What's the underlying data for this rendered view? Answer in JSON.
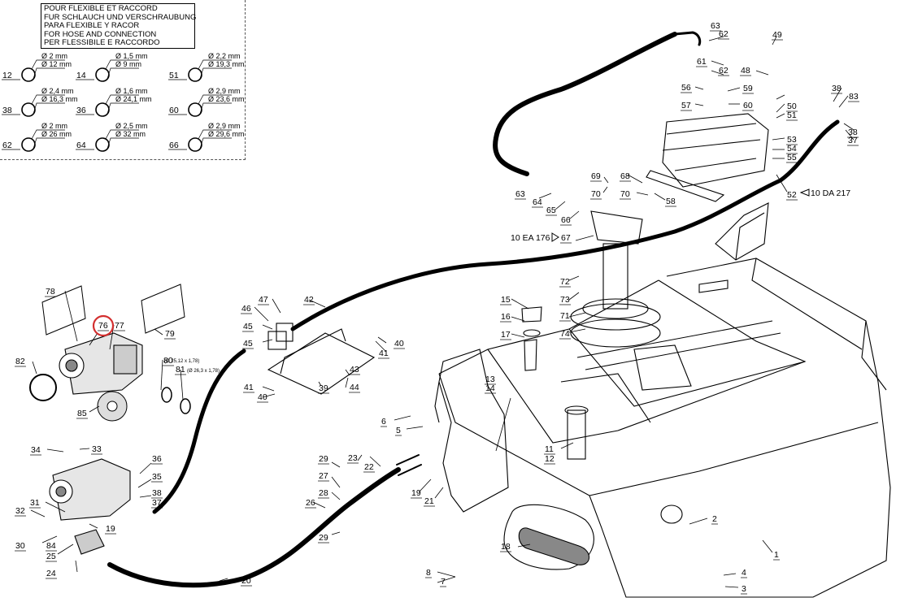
{
  "legend": {
    "title_lines": [
      "POUR FLEXIBLE ET RACCORD",
      "FUR SCHLAUCH UND VERSCHRAUBUNG",
      "PARA FLEXIBLE Y RACOR",
      "FOR HOSE AND CONNECTION",
      "PER FLESSIBILE E RACCORDO"
    ],
    "seals": [
      {
        "ref": "12",
        "d1": "Ø 2 mm",
        "d2": "Ø 12 mm"
      },
      {
        "ref": "14",
        "d1": "Ø 1,5 mm",
        "d2": "Ø 9 mm"
      },
      {
        "ref": "51",
        "d1": "Ø 2,2 mm",
        "d2": "Ø 19,3 mm"
      },
      {
        "ref": "38",
        "d1": "Ø 2,4 mm",
        "d2": "Ø 16,3 mm"
      },
      {
        "ref": "36",
        "d1": "Ø 1,6 mm",
        "d2": "Ø 24,1 mm"
      },
      {
        "ref": "60",
        "d1": "Ø 2,9 mm",
        "d2": "Ø 23,6 mm"
      },
      {
        "ref": "62",
        "d1": "Ø 2 mm",
        "d2": "Ø 26 mm"
      },
      {
        "ref": "64",
        "d1": "Ø 2,5 mm",
        "d2": "Ø 32 mm"
      },
      {
        "ref": "66",
        "d1": "Ø 2,9 mm",
        "d2": "Ø 29,6 mm"
      }
    ]
  },
  "callouts": [
    "1",
    "2",
    "3",
    "4",
    "5",
    "6",
    "7",
    "8",
    "11",
    "12",
    "13",
    "14",
    "15",
    "16",
    "17",
    "18",
    "19",
    "19",
    "20",
    "21",
    "22",
    "23",
    "24",
    "25",
    "26",
    "27",
    "28",
    "29",
    "29",
    "30",
    "31",
    "32",
    "33",
    "34",
    "35",
    "36",
    "37",
    "37",
    "38",
    "38",
    "38",
    "39",
    "40",
    "40",
    "41",
    "41",
    "42",
    "43",
    "44",
    "45",
    "45",
    "46",
    "47",
    "48",
    "49",
    "50",
    "51",
    "52",
    "53",
    "54",
    "55",
    "56",
    "57",
    "58",
    "59",
    "60",
    "61",
    "62",
    "62",
    "63",
    "63",
    "64",
    "65",
    "66",
    "67",
    "68",
    "69",
    "70",
    "70",
    "71",
    "72",
    "73",
    "74",
    "76",
    "77",
    "78",
    "79",
    "80",
    "81",
    "82",
    "83",
    "84",
    "85"
  ],
  "references": {
    "ref_10DA217": "10 DA 217",
    "ref_10EA176": "10 EA 176"
  },
  "seal_specs": {
    "s80": "(Ø 25,12 x 1,78)",
    "s81": "(Ø 26,3 x 1,78)"
  },
  "highlight": {
    "ref": "76",
    "color": "#d32f2f"
  }
}
